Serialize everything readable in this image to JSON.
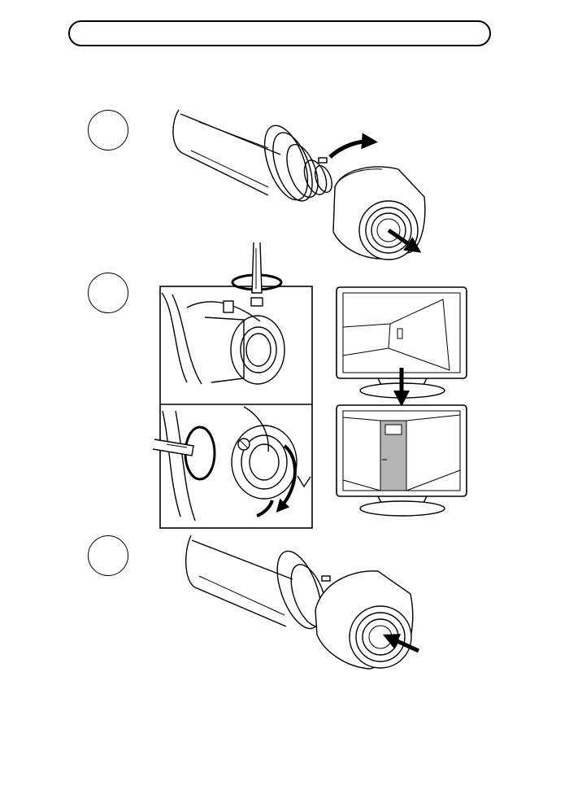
{
  "document": {
    "header_title": "",
    "steps": [
      {
        "number": "",
        "action": "remove-lens-cover"
      },
      {
        "number": "",
        "action": "adjust-zoom-and-focus"
      },
      {
        "number": "",
        "action": "reattach-lens-cover"
      }
    ],
    "monitor_views": [
      "wide-corridor-view",
      "zoomed-door-view"
    ],
    "colors": {
      "line": "#000000",
      "paper": "#ffffff",
      "door_fill": "#b4b4b4"
    },
    "icons": [
      "curved-arrow-icon",
      "pull-arrow-icon",
      "push-arrow-icon",
      "rotate-arrow-icon",
      "down-arrow-icon",
      "screwdriver-icon"
    ]
  }
}
